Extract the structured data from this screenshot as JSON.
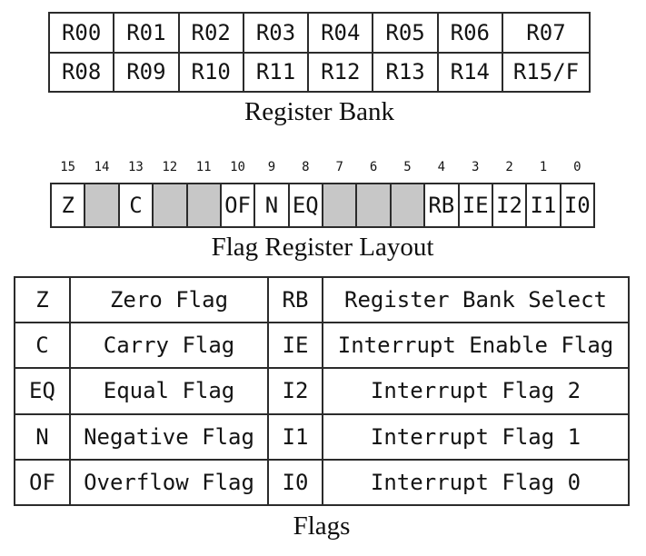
{
  "register_bank": {
    "caption": "Register Bank",
    "rows": [
      [
        "R00",
        "R01",
        "R02",
        "R03",
        "R04",
        "R05",
        "R06",
        "R07"
      ],
      [
        "R08",
        "R09",
        "R10",
        "R11",
        "R12",
        "R13",
        "R14",
        "R15/F"
      ]
    ]
  },
  "flag_register": {
    "caption": "Flag Register Layout",
    "bits": [
      {
        "bit": "15",
        "label": "Z",
        "shaded": false
      },
      {
        "bit": "14",
        "label": "",
        "shaded": true
      },
      {
        "bit": "13",
        "label": "C",
        "shaded": false
      },
      {
        "bit": "12",
        "label": "",
        "shaded": true
      },
      {
        "bit": "11",
        "label": "",
        "shaded": true
      },
      {
        "bit": "10",
        "label": "OF",
        "shaded": false
      },
      {
        "bit": "9",
        "label": "N",
        "shaded": false
      },
      {
        "bit": "8",
        "label": "EQ",
        "shaded": false
      },
      {
        "bit": "7",
        "label": "",
        "shaded": true
      },
      {
        "bit": "6",
        "label": "",
        "shaded": true
      },
      {
        "bit": "5",
        "label": "",
        "shaded": true
      },
      {
        "bit": "4",
        "label": "RB",
        "shaded": false
      },
      {
        "bit": "3",
        "label": "IE",
        "shaded": false
      },
      {
        "bit": "2",
        "label": "I2",
        "shaded": false
      },
      {
        "bit": "1",
        "label": "I1",
        "shaded": false
      },
      {
        "bit": "0",
        "label": "I0",
        "shaded": false
      }
    ]
  },
  "flags_table": {
    "caption": "Flags",
    "rows": [
      [
        "Z",
        "Zero Flag",
        "RB",
        "Register Bank Select"
      ],
      [
        "C",
        "Carry Flag",
        "IE",
        "Interrupt Enable Flag"
      ],
      [
        "EQ",
        "Equal Flag",
        "I2",
        "Interrupt Flag 2"
      ],
      [
        "N",
        "Negative Flag",
        "I1",
        "Interrupt Flag 1"
      ],
      [
        "OF",
        "Overflow Flag",
        "I0",
        "Interrupt Flag 0"
      ]
    ]
  },
  "colors": {
    "shaded_cell": "#c7c7c7",
    "line": "#2b2b2b",
    "background": "#ffffff"
  }
}
